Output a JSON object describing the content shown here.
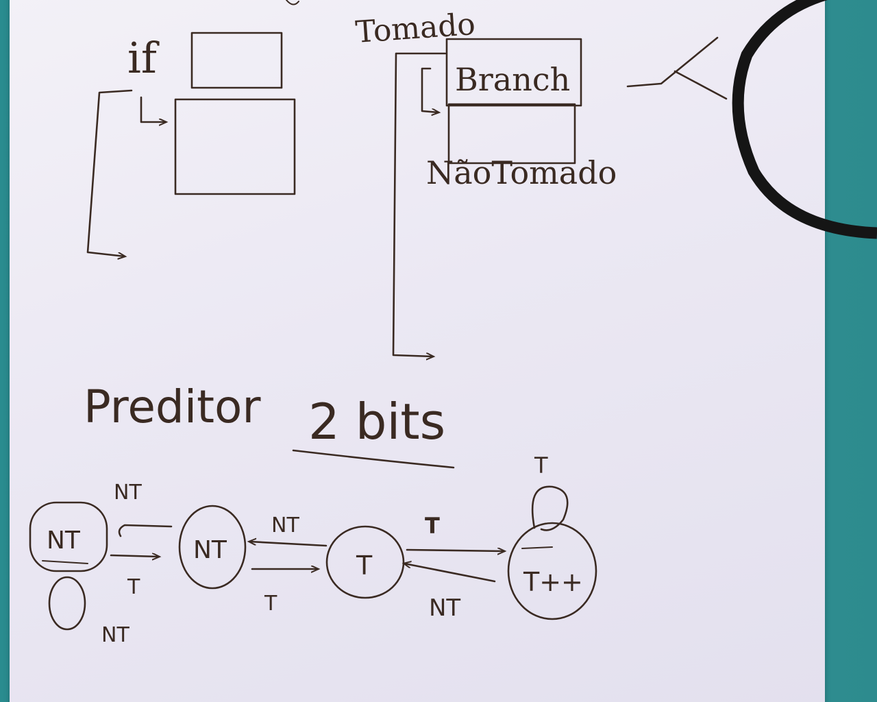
{
  "code_sketch": {
    "if_label": "if"
  },
  "branch_sketch": {
    "taken_label": "Tomado",
    "branch_label": "Branch",
    "not_taken_label": "NãoTomado"
  },
  "predictor": {
    "title": "Preditor",
    "subtitle": "2 bits",
    "states": [
      "NT",
      "NT",
      "T",
      "T++"
    ],
    "transitions": [
      {
        "label": "NT"
      },
      {
        "label": "T"
      },
      {
        "label": "NT"
      },
      {
        "label": "T"
      },
      {
        "label": "T"
      },
      {
        "label": "NT"
      }
    ],
    "self_loops": [
      {
        "label": "NT"
      },
      {
        "label": "T"
      }
    ]
  },
  "colors": {
    "ink": "#3a2a22",
    "paper": "#ece9f3",
    "background": "#2d8f92",
    "cable": "#151515"
  }
}
